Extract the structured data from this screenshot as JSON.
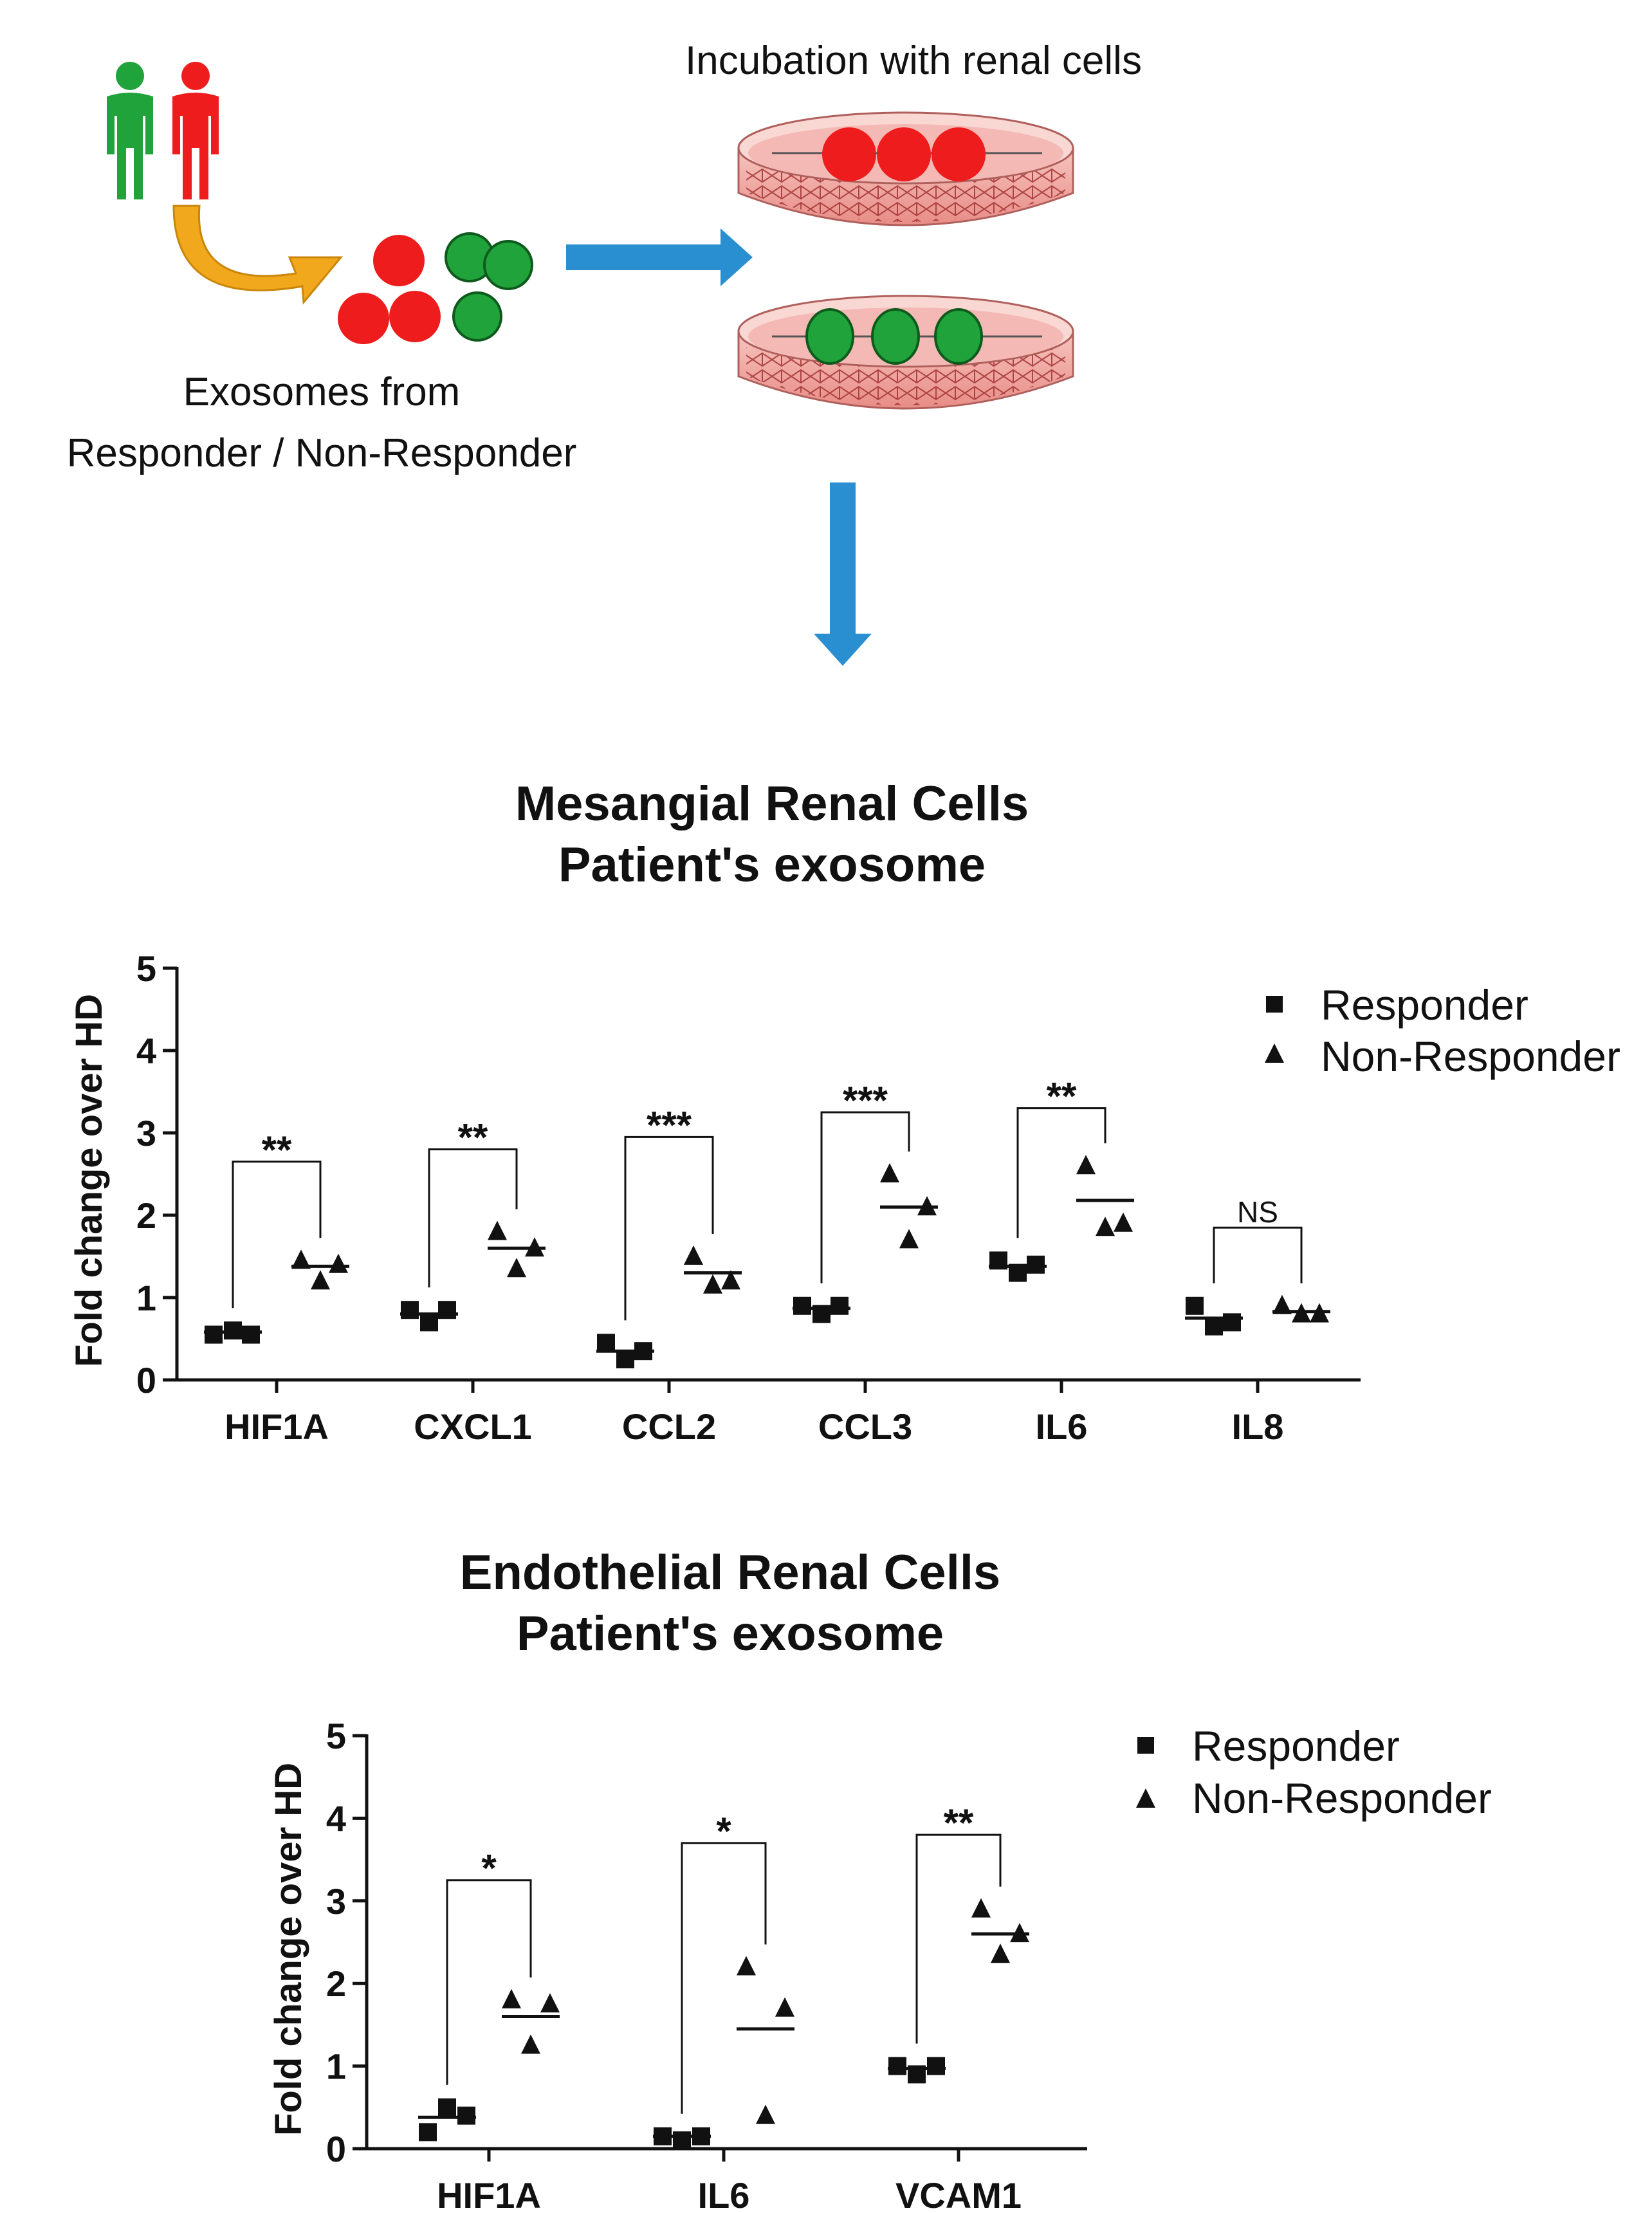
{
  "diagram": {
    "incubation_label": "Incubation with renal cells",
    "exosomes_line1": "Exosomes from",
    "exosomes_line2": "Responder / Non-Responder",
    "responder_color": "#ee1c1c",
    "nonresponder_color": "#1fa33a",
    "arrow_color": "#2a8fd0",
    "curve_arrow_color": "#f2a81d"
  },
  "chart_data": [
    {
      "type": "scatter",
      "title_line1": "Mesangial Renal Cells",
      "title_line2": "Patient's exosome",
      "ylabel": "Fold change over HD",
      "ylim": [
        0,
        5
      ],
      "yticks": [
        "0",
        "1",
        "2",
        "3",
        "4",
        "5"
      ],
      "categories": [
        "HIF1A",
        "CXCL1",
        "CCL2",
        "CCL3",
        "IL6",
        "IL8"
      ],
      "legend": {
        "responder": "Responder",
        "nonresponder": "Non-Responder"
      },
      "series": [
        {
          "name": "Responder",
          "marker": "square",
          "points": [
            [
              0.55,
              0.6,
              0.55
            ],
            [
              0.85,
              0.7,
              0.85
            ],
            [
              0.45,
              0.25,
              0.35
            ],
            [
              0.9,
              0.8,
              0.9
            ],
            [
              1.45,
              1.3,
              1.4
            ],
            [
              0.9,
              0.65,
              0.7
            ]
          ],
          "means": [
            0.58,
            0.8,
            0.35,
            0.87,
            1.38,
            0.75
          ]
        },
        {
          "name": "Non-Responder",
          "marker": "triangle",
          "points": [
            [
              1.45,
              1.2,
              1.4
            ],
            [
              1.8,
              1.35,
              1.6
            ],
            [
              1.5,
              1.15,
              1.2
            ],
            [
              2.5,
              1.7,
              2.1
            ],
            [
              2.6,
              1.85,
              1.9
            ],
            [
              0.9,
              0.8,
              0.8
            ]
          ],
          "means": [
            1.38,
            1.6,
            1.3,
            2.1,
            2.18,
            0.83
          ]
        }
      ],
      "significance": [
        {
          "label": "**",
          "height": 2.65,
          "r_top": 0.6,
          "nr_top": 1.45
        },
        {
          "label": "**",
          "height": 2.8,
          "r_top": 0.85,
          "nr_top": 1.8
        },
        {
          "label": "***",
          "height": 2.95,
          "r_top": 0.45,
          "nr_top": 1.5
        },
        {
          "label": "***",
          "height": 3.25,
          "r_top": 0.9,
          "nr_top": 2.5
        },
        {
          "label": "**",
          "height": 3.3,
          "r_top": 1.45,
          "nr_top": 2.6
        },
        {
          "label": "NS",
          "height": 1.85,
          "r_top": 0.9,
          "nr_top": 0.9
        }
      ]
    },
    {
      "type": "scatter",
      "title_line1": "Endothelial Renal Cells",
      "title_line2": "Patient's exosome",
      "ylabel": "Fold change over HD",
      "ylim": [
        0,
        5
      ],
      "yticks": [
        "0",
        "1",
        "2",
        "3",
        "4",
        "5"
      ],
      "categories": [
        "HIF1A",
        "IL6",
        "VCAM1"
      ],
      "legend": {
        "responder": "Responder",
        "nonresponder": "Non-Responder"
      },
      "series": [
        {
          "name": "Responder",
          "marker": "square",
          "points": [
            [
              0.2,
              0.5,
              0.4
            ],
            [
              0.15,
              0.1,
              0.15
            ],
            [
              1.0,
              0.9,
              1.0
            ]
          ],
          "means": [
            0.38,
            0.15,
            0.97
          ]
        },
        {
          "name": "Non-Responder",
          "marker": "triangle",
          "points": [
            [
              1.8,
              1.25,
              1.75
            ],
            [
              2.2,
              0.4,
              1.7
            ],
            [
              2.9,
              2.35,
              2.6
            ]
          ],
          "means": [
            1.6,
            1.45,
            2.6
          ]
        }
      ],
      "significance": [
        {
          "label": "*",
          "height": 3.25,
          "r_top": 0.5,
          "nr_top": 1.8
        },
        {
          "label": "*",
          "height": 3.7,
          "r_top": 0.15,
          "nr_top": 2.2
        },
        {
          "label": "**",
          "height": 3.8,
          "r_top": 1.0,
          "nr_top": 2.9
        }
      ]
    }
  ]
}
